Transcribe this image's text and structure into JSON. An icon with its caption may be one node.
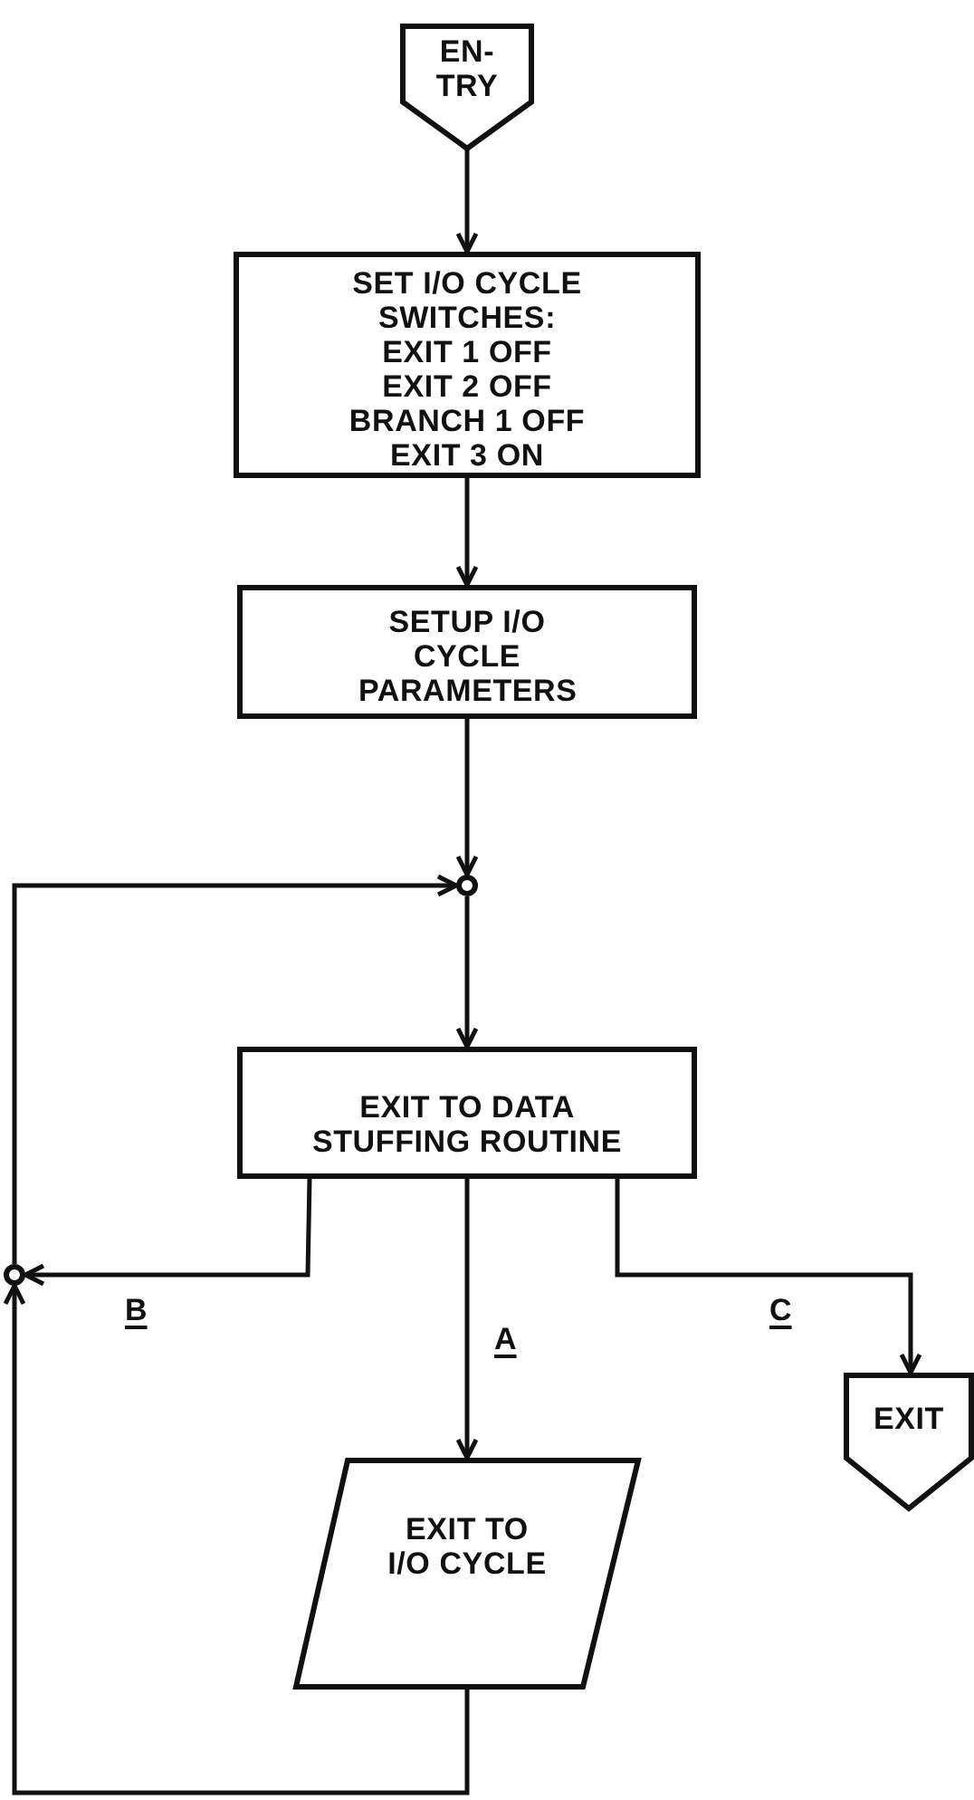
{
  "diagram": {
    "nodes": [
      {
        "text": [
          "EN- TRY"
        ]
      },
      {
        "text": [
          "SET I/O CYCLE SWITCHES:",
          "EXIT 1 OFF",
          "EXIT 2 OFF",
          "BRANCH 1 OFF",
          "EXIT 3 ON"
        ]
      },
      {
        "text": [
          "SETUP I/O CYCLE PARAMETERS"
        ]
      },
      {
        "text": [],
        "shape": "circle"
      },
      {
        "text": [
          "EXIT TO DATA STUFFING ROUTINE"
        ]
      },
      {
        "text": [],
        "shape": "circle"
      },
      {
        "text": [
          "EXIT TO I/O CYCLE"
        ]
      },
      {
        "text": [
          "EXIT"
        ]
      }
    ],
    "edges": [
      {
        "from": 0,
        "to": 1,
        "arrow": "to"
      },
      {
        "from": 1,
        "to": 2,
        "arrow": "to"
      },
      {
        "from": 2,
        "to": 3,
        "arrow": "to"
      },
      {
        "from": 3,
        "to": 4,
        "arrow": "to"
      },
      {
        "from": 4,
        "to": 5,
        "arrow": "to",
        "label": "B"
      },
      {
        "from": 4,
        "to": 6,
        "arrow": "to",
        "label": "A"
      },
      {
        "from": 4,
        "to": 7,
        "arrow": "to",
        "label": "C"
      },
      {
        "from": 6,
        "to": 5,
        "arrow": "to"
      },
      {
        "from": 5,
        "to": 3,
        "arrow": "to"
      }
    ]
  }
}
